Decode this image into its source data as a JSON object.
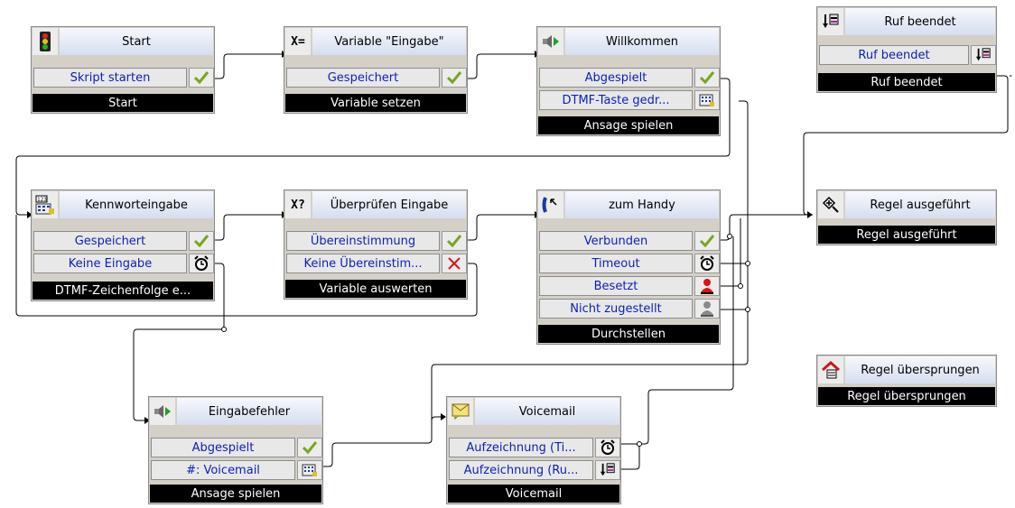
{
  "blocks": {
    "start": {
      "title": "Start",
      "footer": "Start",
      "exits": [
        "Skript starten"
      ]
    },
    "variable": {
      "title": "Variable \"Eingabe\"",
      "footer": "Variable setzen",
      "icon_text": "X=",
      "exits": [
        "Gespeichert"
      ]
    },
    "willkommen": {
      "title": "Willkommen",
      "footer": "Ansage spielen",
      "exits": [
        "Abgespielt",
        "DTMF-Taste gedr..."
      ]
    },
    "ruf": {
      "title": "Ruf beendet",
      "footer": "Ruf beendet",
      "exits": [
        "Ruf beendet"
      ]
    },
    "kennwort": {
      "title": "Kennworteingabe",
      "footer": "DTMF-Zeichenfolge e...",
      "exits": [
        "Gespeichert",
        "Keine Eingabe"
      ]
    },
    "pruefen": {
      "title": "Überprüfen Eingabe",
      "footer": "Variable auswerten",
      "icon_text": "X?",
      "exits": [
        "Übereinstimmung",
        "Keine Übereinstim..."
      ]
    },
    "handy": {
      "title": "zum Handy",
      "footer": "Durchstellen",
      "exits": [
        "Verbunden",
        "Timeout",
        "Besetzt",
        "Nicht zugestellt"
      ]
    },
    "regel_ausgefuehrt": {
      "title": "Regel ausgeführt",
      "footer": "Regel ausgeführt"
    },
    "regel_uebersprungen": {
      "title": "Regel übersprungen",
      "footer": "Regel übersprungen"
    },
    "eingabefehler": {
      "title": "Eingabefehler",
      "footer": "Ansage spielen",
      "exits": [
        "Abgespielt",
        "#: Voicemail"
      ]
    },
    "voicemail": {
      "title": "Voicemail",
      "footer": "Voicemail",
      "exits": [
        "Aufzeichnung (Ti...",
        "Aufzeichnung (Ru..."
      ]
    }
  },
  "colors": {
    "exit_text": "#0a1fb8",
    "footer_bg": "#000000",
    "header_gradient_top": "#f6f8fc",
    "header_gradient_bottom": "#d5def0"
  }
}
